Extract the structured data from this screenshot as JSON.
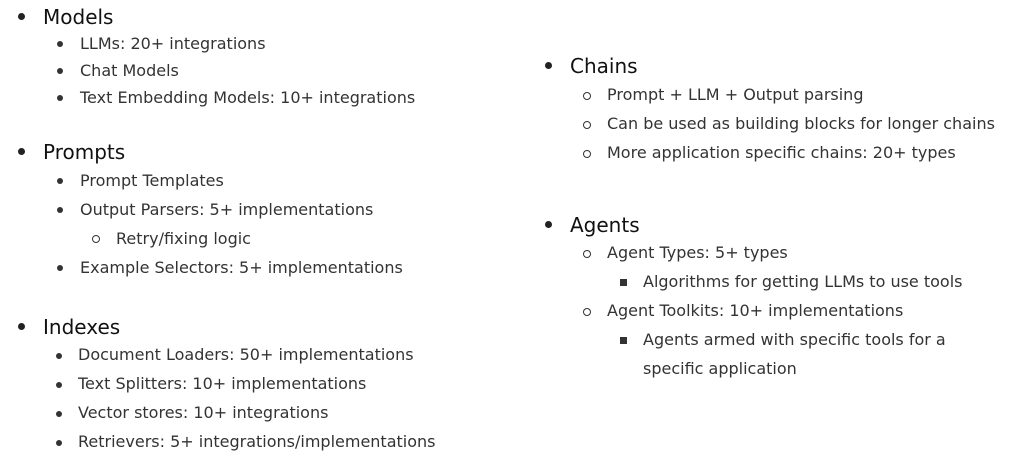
{
  "left": {
    "models": {
      "heading": "Models",
      "items": [
        "LLMs: 20+ integrations",
        "Chat Models",
        "Text Embedding Models: 10+ integrations"
      ]
    },
    "prompts": {
      "heading": "Prompts",
      "items": [
        "Prompt Templates",
        "Output Parsers: 5+ implementations",
        "Example Selectors: 5+ implementations"
      ],
      "sub": "Retry/fixing logic"
    },
    "indexes": {
      "heading": "Indexes",
      "items": [
        "Document Loaders: 50+ implementations",
        "Text Splitters: 10+ implementations",
        "Vector stores: 10+ integrations",
        "Retrievers: 5+ integrations/implementations"
      ]
    }
  },
  "right": {
    "chains": {
      "heading": "Chains",
      "items": [
        "Prompt + LLM + Output parsing",
        "Can be used as building blocks for longer chains",
        "More application specific chains: 20+ types"
      ]
    },
    "agents": {
      "heading": "Agents",
      "types": "Agent Types: 5+ types",
      "types_sub": "Algorithms for getting LLMs to use tools",
      "toolkits": "Agent Toolkits: 10+ implementations",
      "toolkits_sub_line1": "Agents armed with specific tools for a",
      "toolkits_sub_line2": "specific application"
    }
  }
}
